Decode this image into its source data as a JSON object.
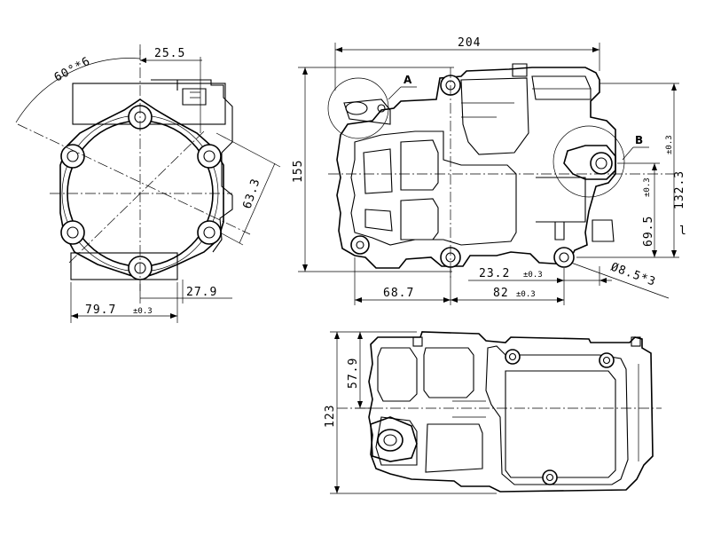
{
  "drawing": {
    "front_view": {
      "angle_label": "60°*6",
      "dim_top": "25.5",
      "dim_diag": "63.3",
      "dim_offset": "27.9",
      "dim_width": "79.7",
      "dim_width_tol": "±0.3"
    },
    "side_view": {
      "dim_length": "204",
      "dim_height": "155",
      "dim_right_outer": "132.3",
      "dim_right_outer_tol": "±0.3",
      "dim_right_inner": "69.5",
      "dim_right_inner_tol": "±0.3",
      "dim_mount_offset": "23.2",
      "dim_mount_offset_tol": "±0.3",
      "dim_left_span": "68.7",
      "dim_right_span": "82",
      "dim_right_span_tol": "±0.3",
      "dim_hole": "Ø8.5*3",
      "callout_a": "A",
      "callout_b": "B",
      "edge_mark": "l"
    },
    "top_view": {
      "dim_total": "123",
      "dim_partial": "57.9"
    }
  }
}
